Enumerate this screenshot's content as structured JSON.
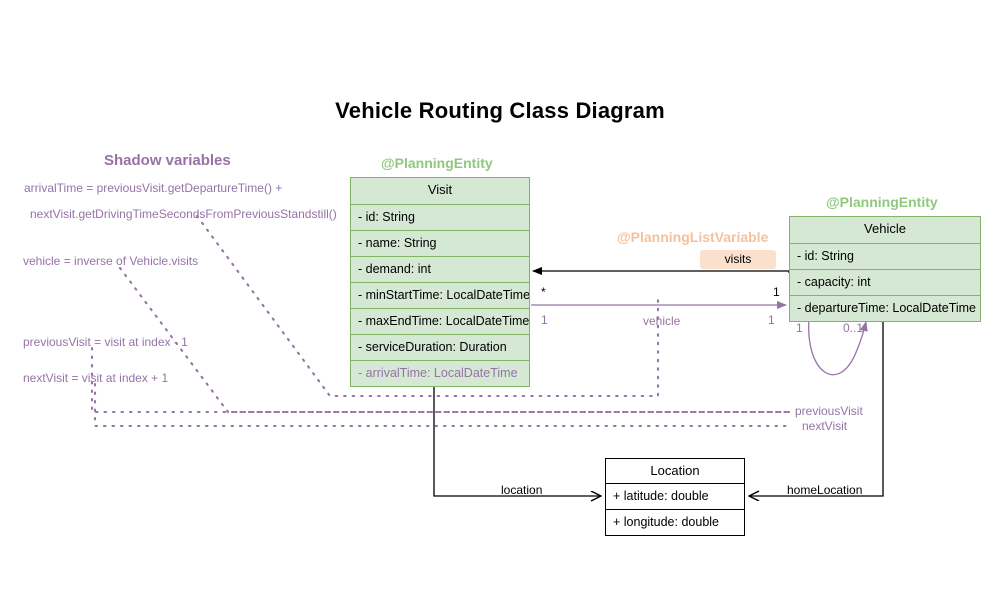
{
  "title": "Vehicle Routing Class Diagram",
  "colors": {
    "class_fill": "#d5e8d4",
    "class_stroke": "#82b366",
    "stereotype_green": "#8ec97f",
    "stereotype_orange": "#f6c09a",
    "shadow_purple": "#9673a6",
    "badge_fill": "#fae0cd",
    "plain_stroke": "#000000"
  },
  "classes": {
    "visit": {
      "stereotype": "@PlanningEntity",
      "name": "Visit",
      "attributes": [
        "- id: String",
        "- name: String",
        "- demand: int",
        "- minStartTime: LocalDateTime",
        "- maxEndTime: LocalDateTime",
        "- serviceDuration: Duration",
        "- arrivalTime: LocalDateTime"
      ]
    },
    "vehicle": {
      "stereotype": "@PlanningEntity",
      "name": "Vehicle",
      "attributes": [
        "- id: String",
        "- capacity: int",
        "- departureTime: LocalDateTime"
      ]
    },
    "location": {
      "name": "Location",
      "attributes": [
        "+ latitude: double",
        "+ longitude: double"
      ]
    }
  },
  "list_variable": {
    "stereotype": "@PlanningListVariable",
    "badge_label": "visits"
  },
  "shadow_panel": {
    "heading": "Shadow variables",
    "notes": [
      "arrivalTime = previousVisit.getDepartureTime() +",
      "nextVisit.getDrivingTimeSecondsFromPreviousStandstill()",
      "vehicle = inverse of Vehicle.visits",
      "previousVisit = visit at index - 1",
      "nextVisit = visit at index + 1"
    ]
  },
  "edges": {
    "visits": {
      "label": "visits",
      "source_multiplicity": "1",
      "target_multiplicity": "*"
    },
    "vehicle": {
      "label": "vehicle",
      "source_multiplicity": "1",
      "target_multiplicity": "1"
    },
    "location": {
      "label": "location"
    },
    "home_location": {
      "label": "homeLocation"
    },
    "previous_visit": {
      "label": "previousVisit"
    },
    "next_visit": {
      "label": "nextVisit"
    },
    "self_loop": {
      "source_multiplicity": "1",
      "target_multiplicity": "0..1"
    }
  }
}
